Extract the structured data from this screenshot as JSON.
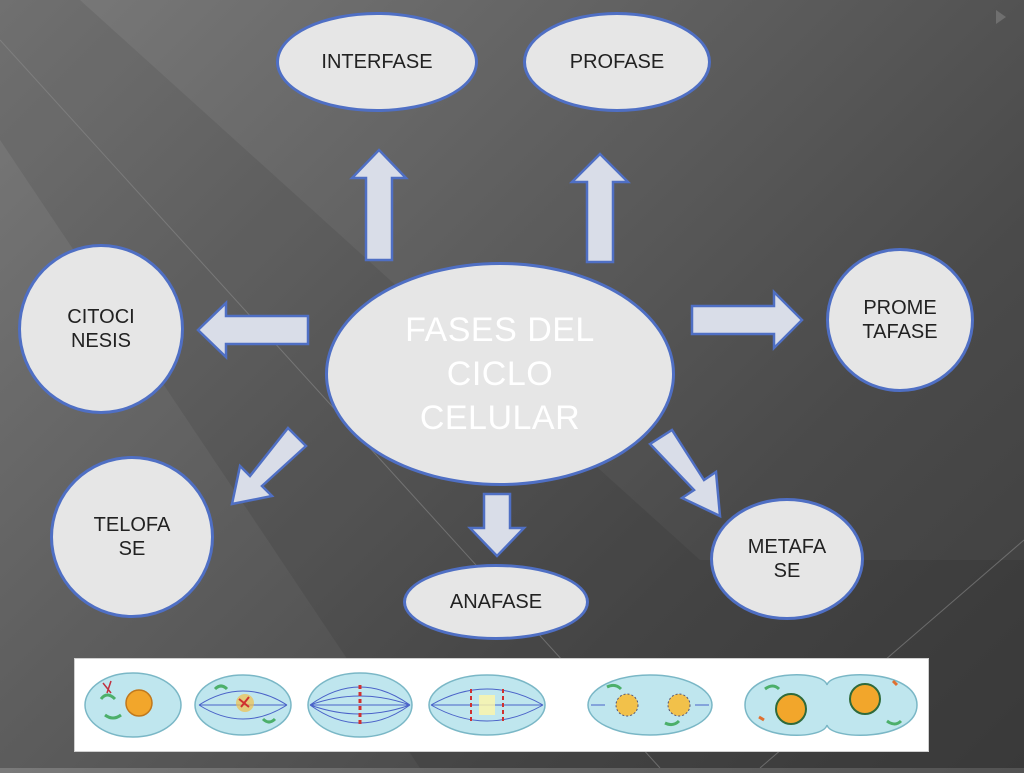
{
  "center": {
    "label": "FASES DEL\nCICLO\nCELULAR"
  },
  "phases": {
    "interfase": "INTERFASE",
    "profase": "PROFASE",
    "prometafase": "PROME\nTAFASE",
    "metafase": "METAFA\nSE",
    "anafase": "ANAFASE",
    "telofase": "TELOFA\nSE",
    "citocinesis": "CITOCI\nNESIS"
  },
  "colors": {
    "node_fill": "#e6e6e6",
    "node_border": "#4f6fc4",
    "cell_fill": "#bfe6ee",
    "nucleus_fill": "#f2a62b"
  },
  "illustration": {
    "stages": [
      "interfase",
      "profase",
      "metafase",
      "anafase",
      "telofase",
      "citocinesis"
    ]
  }
}
